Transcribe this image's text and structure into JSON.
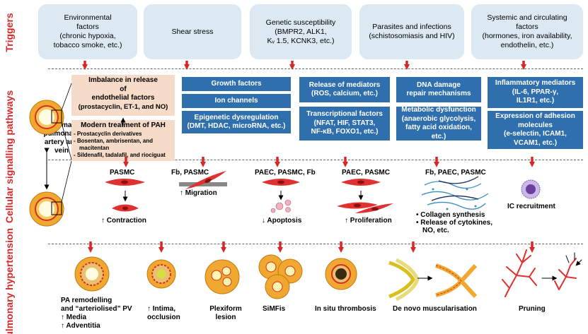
{
  "row_labels": {
    "triggers": "Triggers",
    "cellular": "Cellular signalling pathways",
    "ph": "Pulmonary hypertension"
  },
  "triggers": [
    {
      "line1": "Environmental",
      "line2": "factors",
      "line3": "(chronic hypoxia,",
      "line4": "tobacco smoke, etc.)"
    },
    {
      "line1": "Shear stress"
    },
    {
      "line1": "Genetic susceptibility",
      "line2": "(BMPR2, ALK1,",
      "line3": "Kᵥ 1.5, KCNK3, etc.)"
    },
    {
      "line1": "Parasites and infections",
      "line2": "(schistosomiasis and HIV)"
    },
    {
      "line1": "Systemic and circulating",
      "line2": "factors",
      "line3": "(hormones, iron availability,",
      "line4": "endothelin, etc.)"
    }
  ],
  "normal_label": {
    "line1": "Normal",
    "line2": "pulmonary",
    "line3": "artery and",
    "line4": "vein"
  },
  "imbalance": {
    "line1": "Imbalance in release",
    "line2": "of",
    "line3": "endothelial factors",
    "line4": "(prostacyclin, ET-1, and NO)"
  },
  "treatment": {
    "title": "Modern treatment of PAH",
    "items": [
      "Prostacyclin derivatives",
      "Bosentan, ambrisentan, and",
      "macitentan",
      "Sildenafil, tadalafil, and riociguat"
    ]
  },
  "blue_boxes": {
    "growth": "Growth factors",
    "ion": "Ion channels",
    "epi1": "Epigenetic dysregulation",
    "epi2": "(DMT, HDAC, microRNA, etc.)",
    "rel1": "Release of mediators",
    "rel2": "(ROS, calcium, etc.)",
    "tf1": "Transcriptional factors",
    "tf2": "(NFAT, HIF, STAT3,",
    "tf3": "NF-κB, FOXO1, etc.)",
    "dna1": "DNA damage",
    "dna2": "repair mechanisms",
    "met1": "Metabolic dysfunction",
    "met2": "(anaerobic glycolysis,",
    "met3": "fatty acid oxidation, etc.)",
    "inf1": "Inflammatory mediators",
    "inf2": "(IL-6, PPAR-γ,",
    "inf3": "IL1R1, etc.)",
    "adh1": "Expression of adhesion",
    "adh2": "molecules",
    "adh3": "(e-selectin, ICAM1,",
    "adh4": "VCAM1, etc.)"
  },
  "cells": {
    "c1_title": "PASMC",
    "c1_out": "↑ Contraction",
    "c2_title": "Fb, PASMC",
    "c2_out": "↑ Migration",
    "c3_title": "PAEC, PASMC, Fb",
    "c3_out": "↓ Apoptosis",
    "c4_title": "PAEC, PASMC",
    "c4_out": "↑ Proliferation",
    "c5_title": "Fb, PAEC, PASMC",
    "c5_b1": "Collagen synthesis",
    "c5_b2": "Release of cytokines,",
    "c5_b3": "NO, etc.",
    "c6_out": "IC recruitment"
  },
  "lesions": {
    "l1a": "PA remodelling",
    "l1b": "and “arteriolised” PV",
    "l1c": "↑ Media",
    "l1d": "↑ Adventitia",
    "l2a": "↑ Intima,",
    "l2b": "occlusion",
    "l3a": "Plexiform",
    "l3b": "lesion",
    "l4": "SiMFis",
    "l5": "In situ thrombosis",
    "l6": "De novo muscularisation",
    "l7": "Pruning"
  },
  "colors": {
    "accent_red": "#d62828",
    "trigger_bg": "#dce9f3",
    "blue_box": "#2f6fae",
    "peach": "#f6dcc8",
    "vessel_orange": "#f0a830",
    "cell_red": "#e03030"
  }
}
